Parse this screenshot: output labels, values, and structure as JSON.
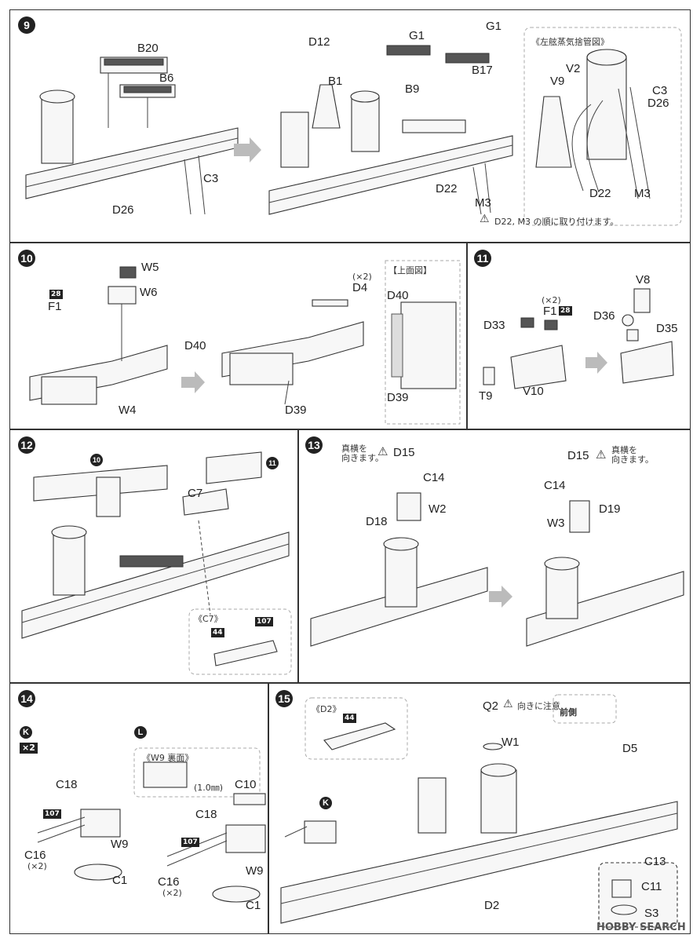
{
  "steps": {
    "s9": {
      "num": "9",
      "labels": [
        "B20",
        "B6",
        "C3",
        "D26",
        "D12",
        "B1",
        "G1",
        "G1",
        "B9",
        "B17",
        "D22",
        "M3"
      ],
      "inset_title": "《左舷蒸気捨管図》",
      "inset_labels": [
        "V2",
        "V9",
        "C3",
        "D26",
        "D22",
        "M3"
      ],
      "note": "D22, M3 の順に取り付けます。"
    },
    "s10": {
      "num": "10",
      "chip": "28",
      "labels": [
        "W5",
        "W6",
        "F1",
        "W4",
        "D40",
        "(×2)",
        "D4",
        "D39"
      ],
      "inset_title": "【上面図】",
      "inset_labels": [
        "D40",
        "D39"
      ]
    },
    "s11": {
      "num": "11",
      "chip": "28",
      "labels": [
        "(×2)",
        "F1",
        "D33",
        "T9",
        "V10",
        "V8",
        "D36",
        "D35"
      ]
    },
    "s12": {
      "num": "12",
      "ref10": "10",
      "ref11": "11",
      "labels": [
        "C7"
      ],
      "inset_title": "《C7》",
      "chips": [
        "44",
        "107"
      ]
    },
    "s13": {
      "num": "13",
      "note_left": "真横を\n向きます。",
      "note_right": "真横を\n向きます。",
      "labels": [
        "D15",
        "C14",
        "W2",
        "D18",
        "D15",
        "C14",
        "W3",
        "D19"
      ]
    },
    "s14": {
      "num": "14",
      "k": "K",
      "x2": "×2",
      "l": "L",
      "chip": "107",
      "inset_title": "《W9 裏面》",
      "drill": "(1.0㎜)",
      "labels": [
        "C18",
        "C16",
        "(×2)",
        "W9",
        "C1",
        "C10",
        "C18",
        "C16",
        "(×2)",
        "W9",
        "C1"
      ]
    },
    "s15": {
      "num": "15",
      "inset_title": "《D2》",
      "chip": "44",
      "k": "K",
      "q2_note": "向きに注意",
      "front": "前側",
      "labels": [
        "Q2",
        "W1",
        "D5",
        "D2",
        "C13",
        "C11",
        "S3"
      ]
    }
  },
  "watermark": "HOBBY SEARCH"
}
